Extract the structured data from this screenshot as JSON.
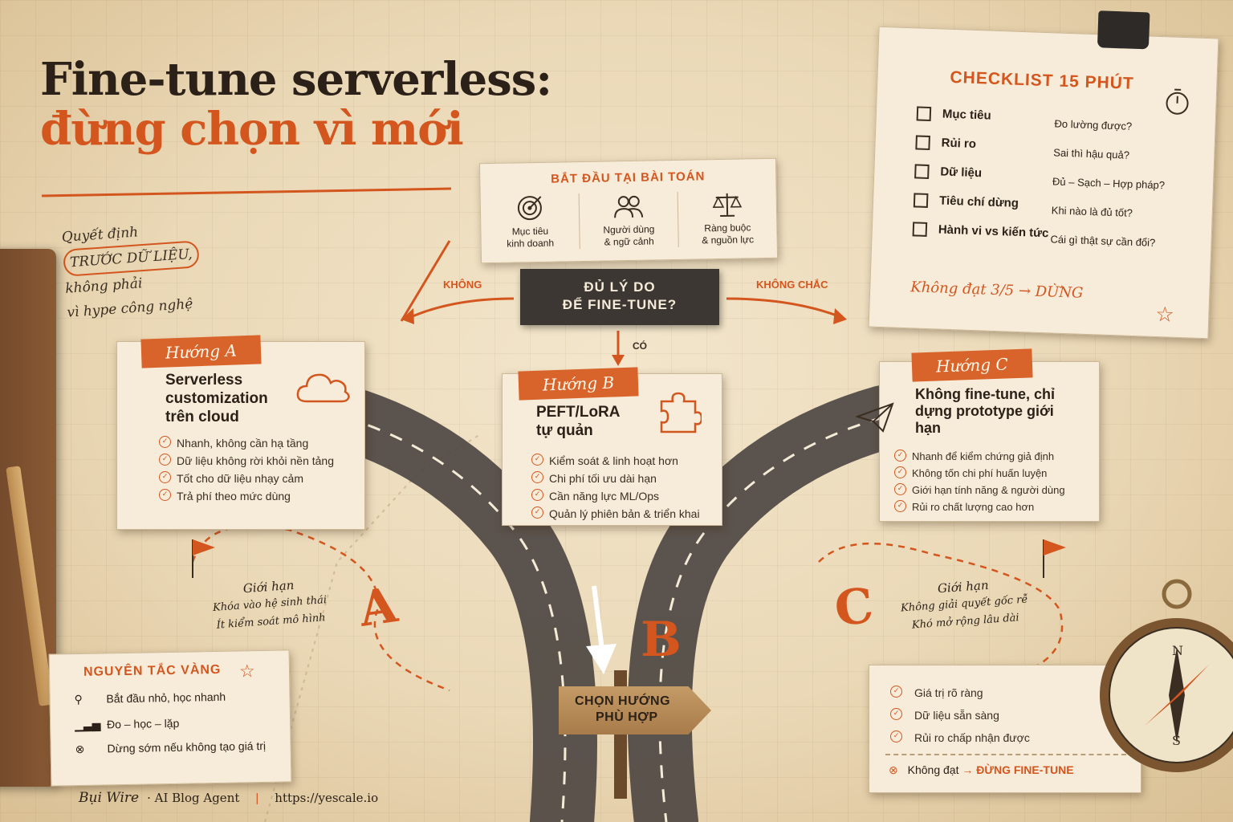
{
  "title": {
    "line1": "Fine-tune serverless:",
    "line2": "đừng chọn vì mới"
  },
  "side_note": {
    "l1": "Quyết định",
    "l2": "TRƯỚC DỮ LIỆU,",
    "l3": "không phải",
    "l4": "vì hype công nghệ"
  },
  "start": {
    "heading": "BẮT ĐẦU TẠI BÀI TOÁN",
    "items": [
      {
        "icon": "target-icon",
        "label1": "Mục tiêu",
        "label2": "kinh doanh"
      },
      {
        "icon": "users-icon",
        "label1": "Người dùng",
        "label2": "& ngữ cảnh"
      },
      {
        "icon": "scale-icon",
        "label1": "Ràng buộc",
        "label2": "& nguồn lực"
      }
    ]
  },
  "decision": {
    "line1": "ĐỦ LÝ DO",
    "line2": "ĐỂ FINE-TUNE?",
    "no": "KHÔNG",
    "yes": "CÓ",
    "unsure": "KHÔNG CHẮC"
  },
  "route_a": {
    "tag": "Hướng A",
    "title": "Serverless customization trên cloud",
    "points": [
      "Nhanh, không cần hạ tầng",
      "Dữ liệu không rời khỏi nền tảng",
      "Tốt cho dữ liệu nhạy cảm",
      "Trả phí theo mức dùng"
    ],
    "limit_title": "Giới hạn",
    "limit1": "Khóa vào hệ sinh thái",
    "limit2": "Ít kiểm soát mô hình",
    "letter": "A"
  },
  "route_b": {
    "tag": "Hướng B",
    "title1": "PEFT/LoRA",
    "title2": "tự quản",
    "points": [
      "Kiểm soát & linh hoạt hơn",
      "Chi phí tối ưu dài hạn",
      "Cần năng lực ML/Ops",
      "Quản lý phiên bản & triển khai"
    ],
    "letter": "B"
  },
  "route_c": {
    "tag": "Hướng C",
    "title": "Không fine-tune, chỉ dựng prototype giới hạn",
    "points": [
      "Nhanh để kiểm chứng giả định",
      "Không tốn chi phí huấn luyện",
      "Giới hạn tính năng & người dùng",
      "Rủi ro chất lượng cao hơn"
    ],
    "limit_title": "Giới hạn",
    "limit1": "Không giải quyết gốc rễ",
    "limit2": "Khó mở rộng lâu dài",
    "letter": "C"
  },
  "checklist": {
    "title": "CHECKLIST 15 PHÚT",
    "rows": [
      {
        "label": "Mục tiêu",
        "q": "Đo lường được?"
      },
      {
        "label": "Rủi ro",
        "q": "Sai thì hậu quả?"
      },
      {
        "label": "Dữ liệu",
        "q": "Đủ – Sạch – Hợp pháp?"
      },
      {
        "label": "Tiêu chí dừng",
        "q": "Khi nào là đủ tốt?"
      },
      {
        "label": "Hành vi vs kiến tức",
        "q": "Cái gì thật sự cần đổi?"
      }
    ],
    "footer": "Không đạt 3/5 → DỪNG"
  },
  "signpost": {
    "line1": "CHỌN HƯỚNG",
    "line2": "PHÙ HỢP"
  },
  "golden": {
    "title": "NGUYÊN TẮC VÀNG",
    "items": [
      {
        "icon": "search-icon",
        "text": "Bắt đầu nhỏ, học nhanh"
      },
      {
        "icon": "bar-chart-icon",
        "text": "Đo – học – lặp"
      },
      {
        "icon": "cancel-icon",
        "text": "Dừng sớm nếu không tạo giá trị"
      }
    ]
  },
  "gate": {
    "items": [
      "Giá trị rõ ràng",
      "Dữ liệu sẵn sàng",
      "Rủi ro chấp nhận được"
    ],
    "fail_label": "Không đạt",
    "fail_action": "ĐỪNG FINE-TUNE"
  },
  "footer": {
    "brand": "Bụi Wire",
    "agent": "· AI Blog Agent",
    "url": "https://yescale.io"
  },
  "colors": {
    "accent": "#d4561f",
    "ink": "#2b2118",
    "paper": "#f3e6cc"
  }
}
